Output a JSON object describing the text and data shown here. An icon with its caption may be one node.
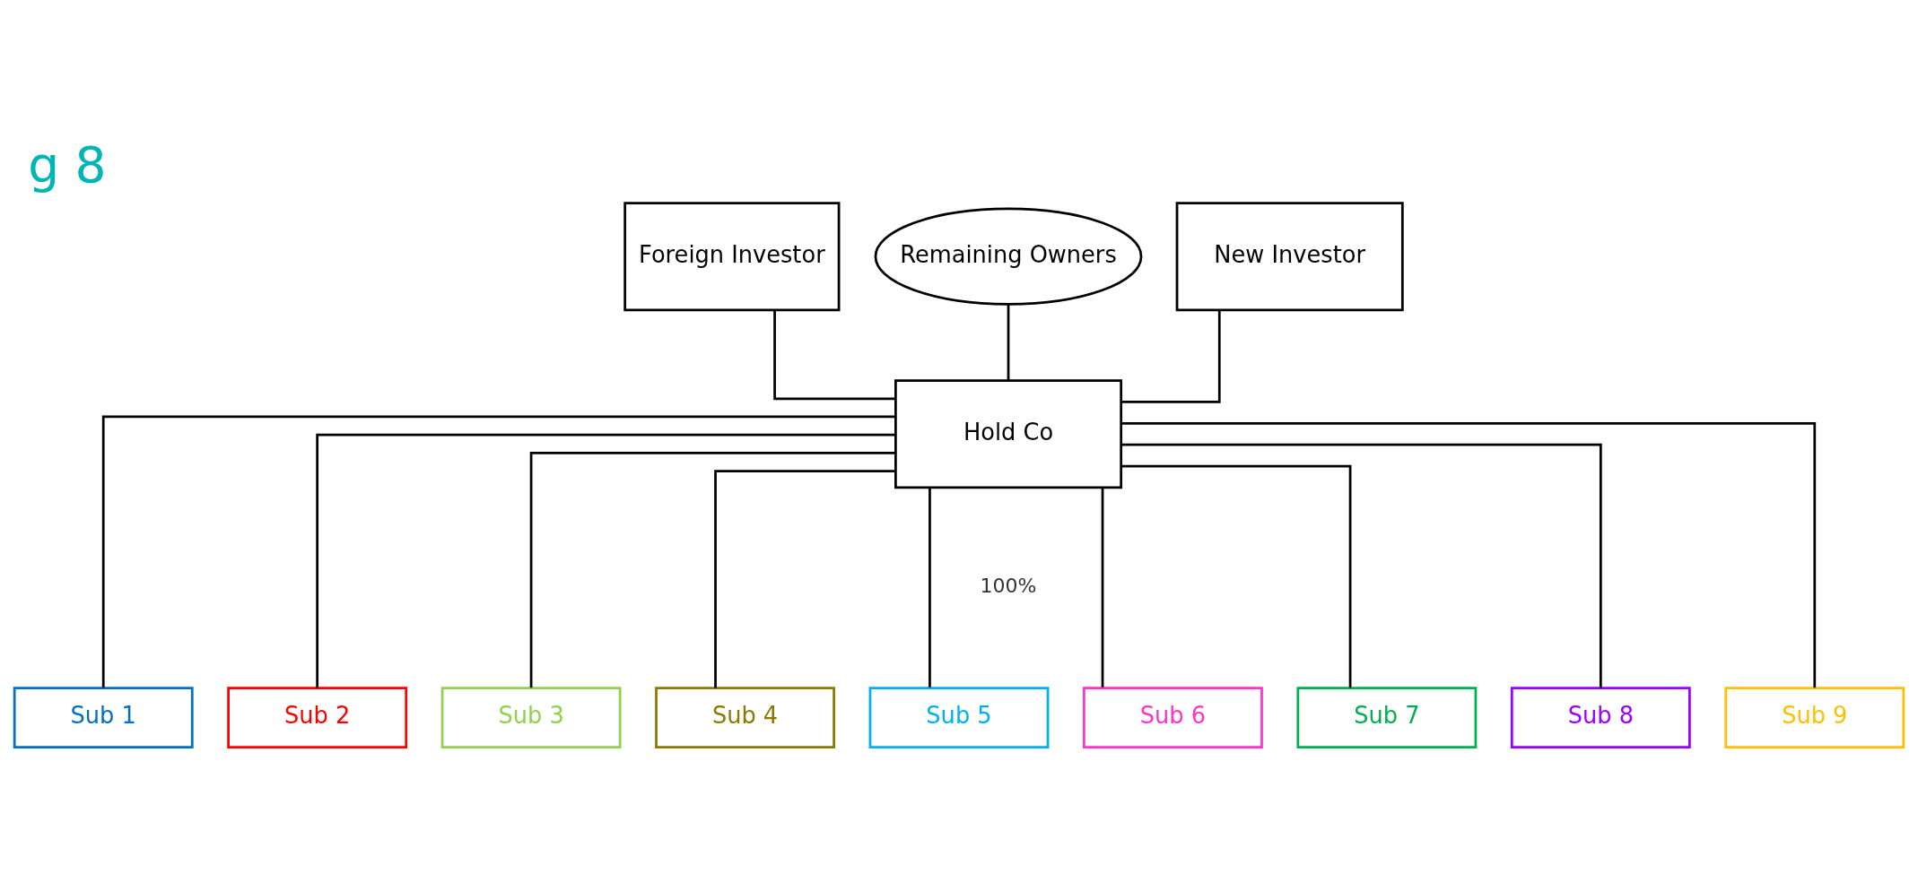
{
  "diagram": {
    "title": "g 8",
    "nodes": [
      {
        "text": [
          "Foreign Investor"
        ]
      },
      {
        "text": [
          "Remaining Owners"
        ]
      },
      {
        "text": [
          "New Investor"
        ]
      },
      {
        "text": [
          "Hold Co"
        ]
      },
      {
        "text": [
          "Sub 1"
        ]
      },
      {
        "text": [
          "Sub 2"
        ]
      },
      {
        "text": [
          "Sub 3"
        ]
      },
      {
        "text": [
          "Sub 4"
        ]
      },
      {
        "text": [
          "Sub 5"
        ]
      },
      {
        "text": [
          "Sub 6"
        ]
      },
      {
        "text": [
          "Sub 7"
        ]
      },
      {
        "text": [
          "Sub 8"
        ]
      },
      {
        "text": [
          "Sub 9"
        ]
      }
    ],
    "edges": [
      {
        "from": 0,
        "to": 3,
        "arrow": "none"
      },
      {
        "from": 1,
        "to": 3,
        "arrow": "none"
      },
      {
        "from": 2,
        "to": 3,
        "arrow": "none"
      },
      {
        "from": 3,
        "to": 4,
        "arrow": "none"
      },
      {
        "from": 3,
        "to": 5,
        "arrow": "none"
      },
      {
        "from": 3,
        "to": 6,
        "arrow": "none"
      },
      {
        "from": 3,
        "to": 7,
        "arrow": "none"
      },
      {
        "from": 3,
        "to": 8,
        "arrow": "none"
      },
      {
        "from": 3,
        "to": 9,
        "arrow": "none"
      },
      {
        "from": 3,
        "to": 10,
        "arrow": "none"
      },
      {
        "from": 3,
        "to": 11,
        "arrow": "none"
      },
      {
        "from": 3,
        "to": 12,
        "arrow": "none"
      }
    ],
    "labels": [
      "100%"
    ]
  }
}
